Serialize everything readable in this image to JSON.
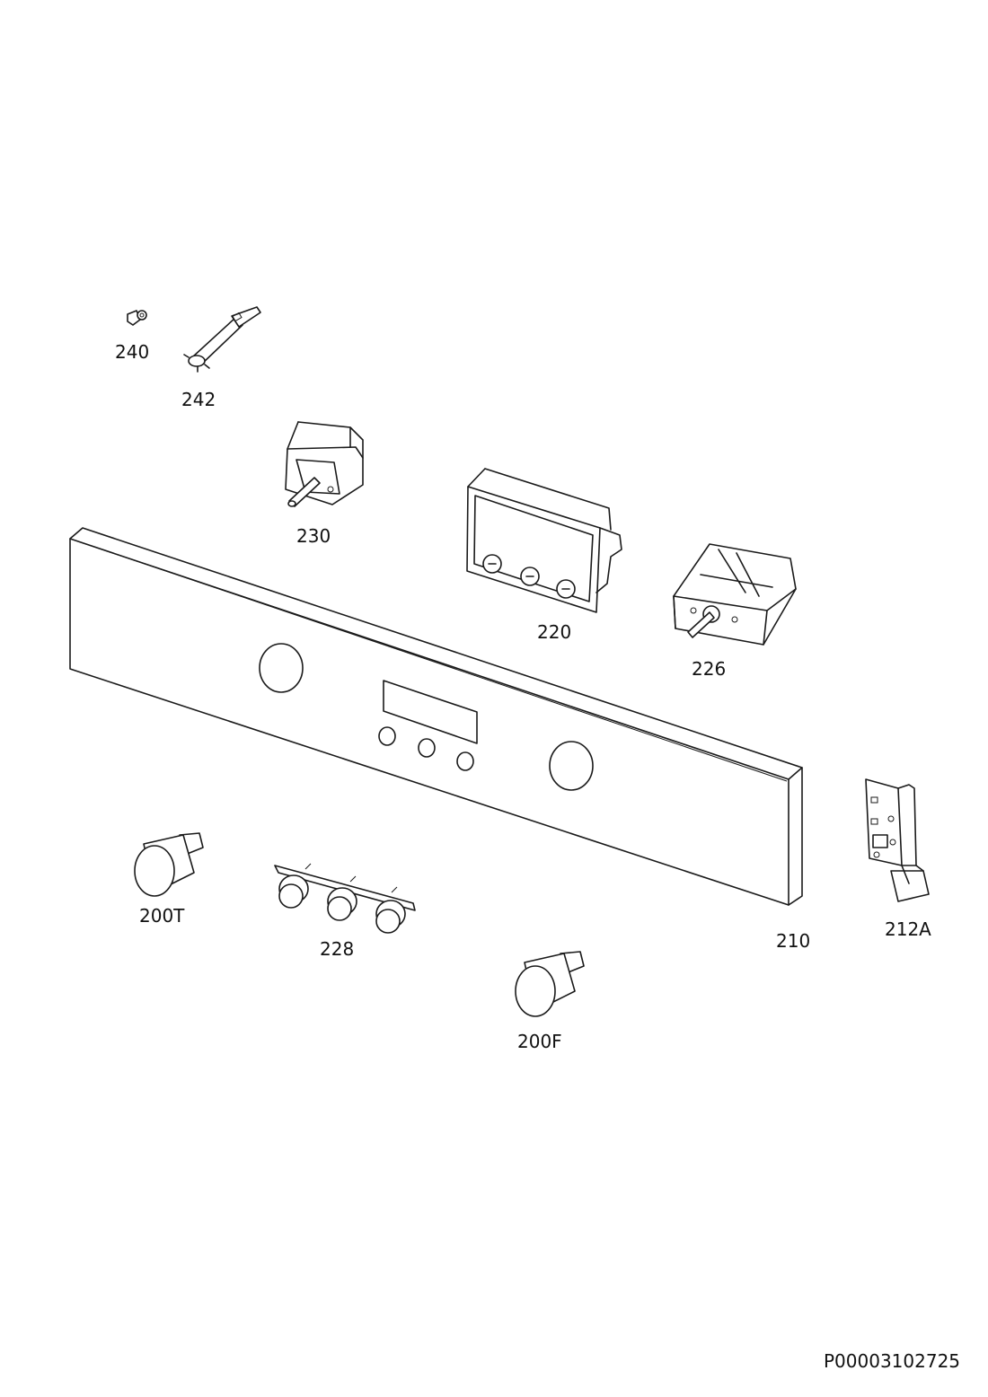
{
  "parts": {
    "screw": {
      "label": "240"
    },
    "sensor": {
      "label": "242"
    },
    "switch_230": {
      "label": "230"
    },
    "timer_module": {
      "label": "220"
    },
    "selector_switch": {
      "label": "226"
    },
    "control_panel": {
      "label": "210"
    },
    "bracket": {
      "label": "212A"
    },
    "knob_t": {
      "label": "200T"
    },
    "button_set": {
      "label": "228"
    },
    "knob_f": {
      "label": "200F"
    }
  },
  "document": {
    "code": "P00003102725"
  },
  "colors": {
    "line": "#1a1a1a",
    "background": "#ffffff"
  }
}
